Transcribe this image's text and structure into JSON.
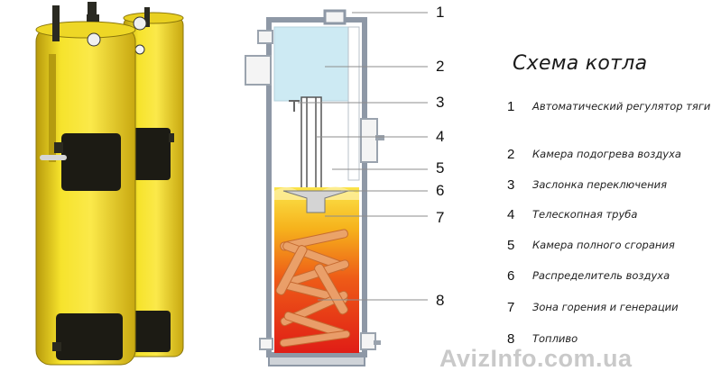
{
  "legend": {
    "title": "Схема котла",
    "items": [
      {
        "num": "1",
        "text": "Автоматический регулятор тяги"
      },
      {
        "num": "2",
        "text": "Камера подогрева воздуха"
      },
      {
        "num": "3",
        "text": "Заслонка переключения"
      },
      {
        "num": "4",
        "text": "Телескопная труба"
      },
      {
        "num": "5",
        "text": "Камера полного сгорания"
      },
      {
        "num": "6",
        "text": "Распределитель воздуха"
      },
      {
        "num": "7",
        "text": "Зона горения и генерации"
      },
      {
        "num": "8",
        "text": "Топливо"
      }
    ]
  },
  "callouts": [
    "1",
    "2",
    "3",
    "4",
    "5",
    "6",
    "7",
    "8"
  ],
  "watermark": "AvizInfo.com.ua",
  "colors": {
    "boiler_yellow": "#f2dc1e",
    "boiler_dark": "#1a1a12",
    "wall_grey": "#8e98a6",
    "air_chamber": "#cdeaf3",
    "flame_top": "#f7d21a",
    "flame_bottom": "#e4261a",
    "wood": "#e9a06a"
  }
}
